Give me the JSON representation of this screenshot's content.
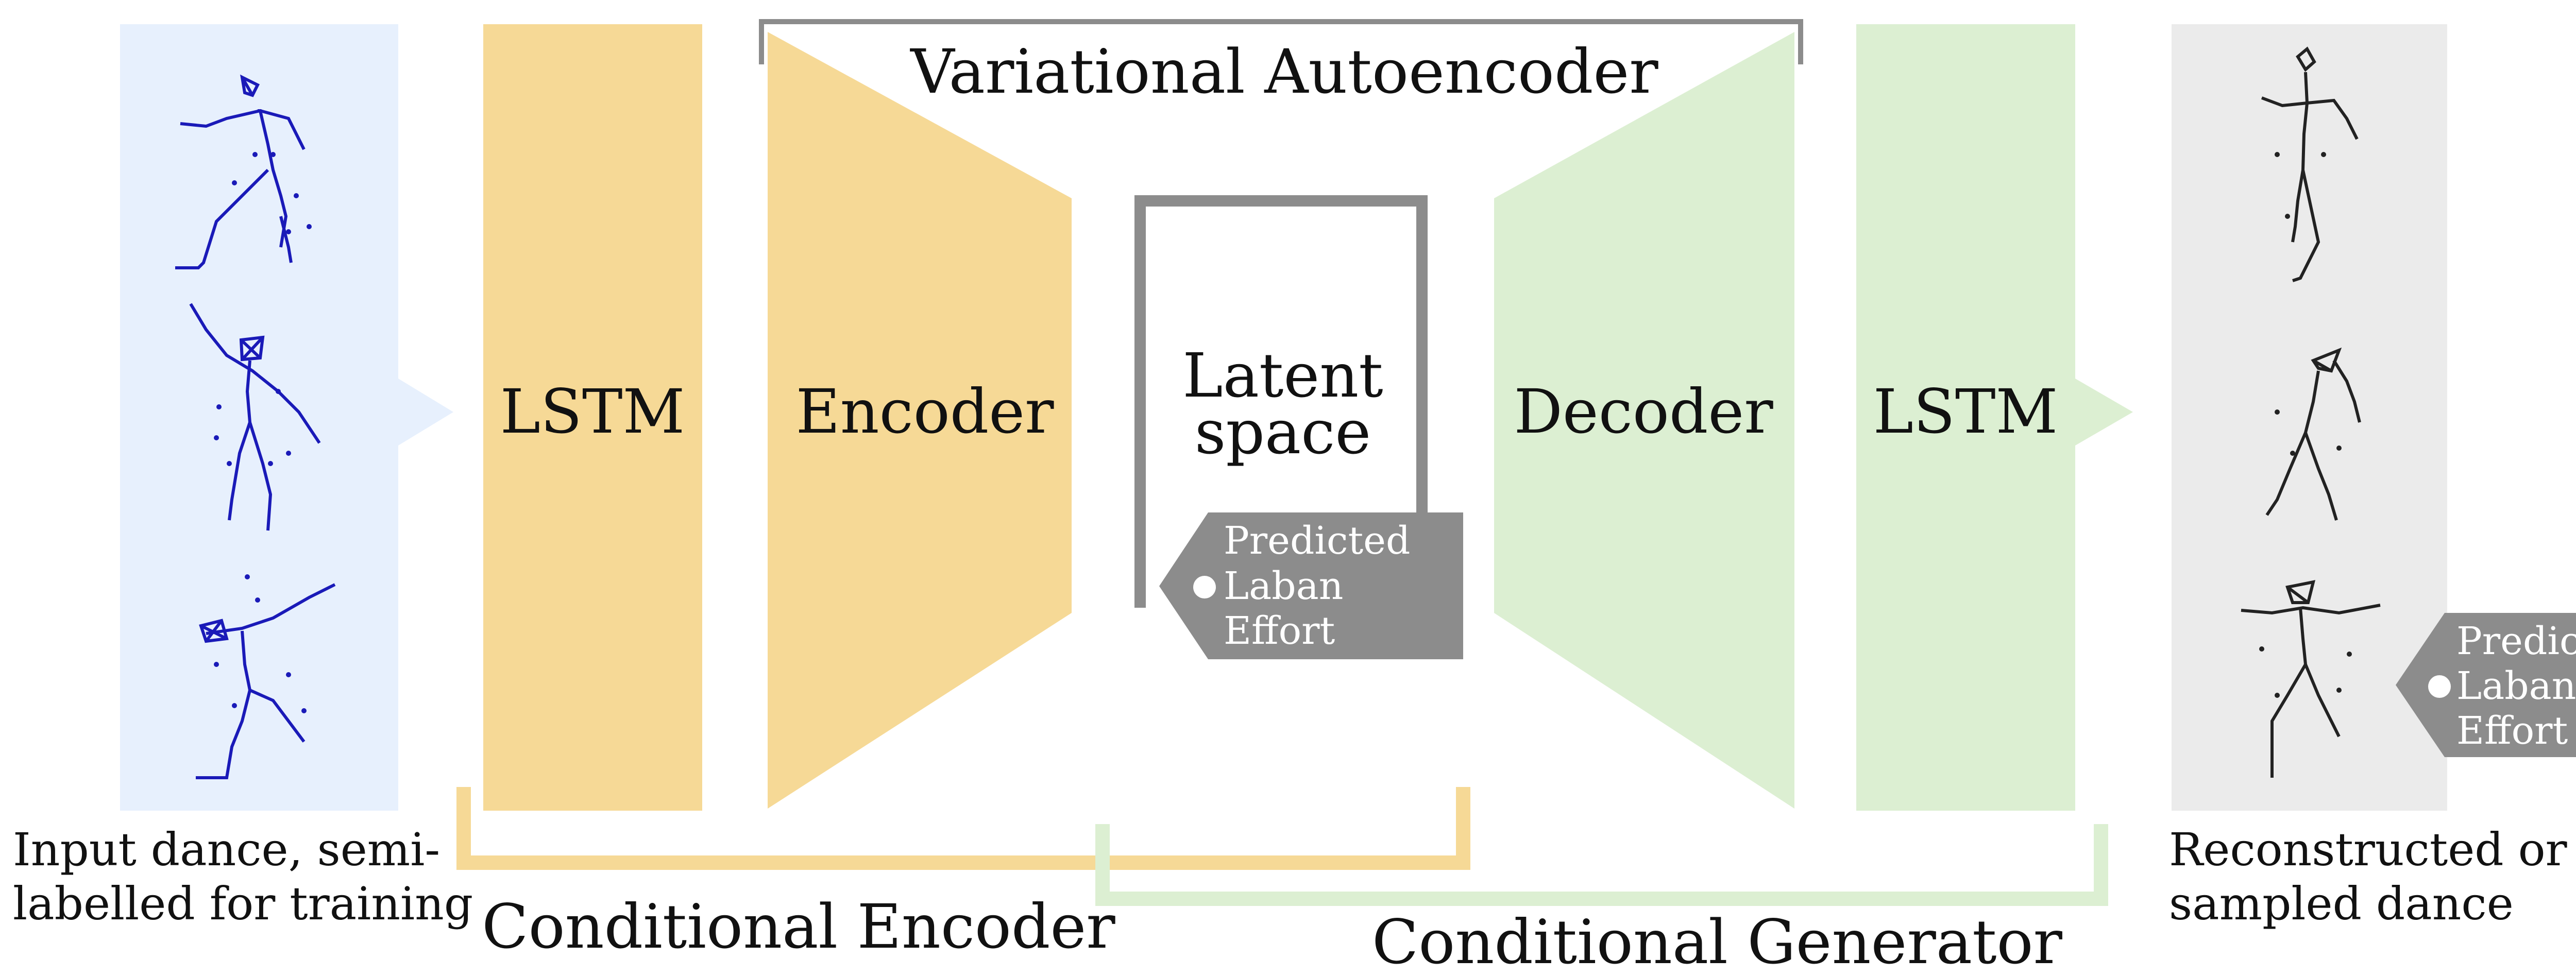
{
  "diagram": {
    "lstm_encoder_label": "LSTM",
    "encoder_label": "Encoder",
    "vae_label": "Variational Autoencoder",
    "latent_line1": "Latent",
    "latent_line2": "space",
    "decoder_label": "Decoder",
    "lstm_decoder_label": "LSTM",
    "laban_tag_1": [
      "Predicted",
      "Laban",
      "Effort"
    ],
    "laban_tag_2": [
      "Predicted",
      "Laban",
      "Effort"
    ],
    "input_caption": [
      "Input dance, semi-",
      "labelled for training"
    ],
    "output_caption": [
      "Reconstructed or",
      "sampled dance"
    ],
    "conditional_encoder_label": "Conditional Encoder",
    "conditional_generator_label": "Conditional Generator"
  },
  "colors": {
    "input_panel": "#e7f0fd",
    "encoder_fill": "#f6d996",
    "decoder_fill": "#dcefd2",
    "output_panel": "#ebebeb",
    "gray_line": "#8c8c8c",
    "tag_fill": "#8c8c8c",
    "figure_blue": "#1a1ab8",
    "figure_black": "#222222",
    "text": "#111111"
  },
  "icons": {
    "input_figures": "stick-figure-icon",
    "output_figures": "stick-figure-icon"
  }
}
